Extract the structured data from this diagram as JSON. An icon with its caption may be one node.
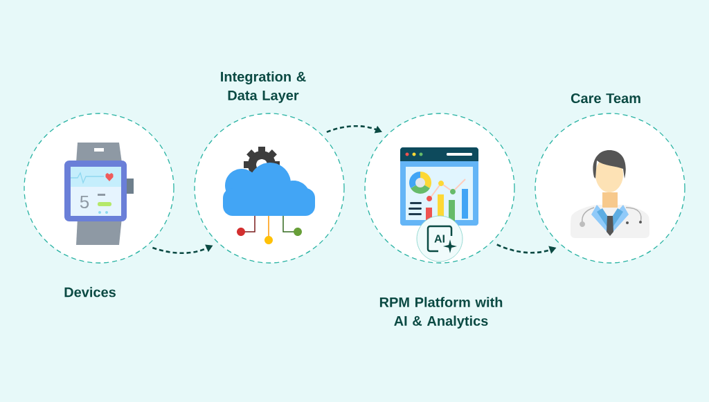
{
  "diagram": {
    "nodes": [
      {
        "text": [
          "Devices"
        ]
      },
      {
        "text": [
          "Integration & Data Layer"
        ]
      },
      {
        "text": [
          "RPM Platform with AI & Analytics"
        ]
      },
      {
        "text": [
          "Care Team"
        ]
      }
    ],
    "edges": [
      {
        "from": 0,
        "to": 1,
        "arrow": "to",
        "style": "dashed"
      },
      {
        "from": 1,
        "to": 2,
        "arrow": "to",
        "style": "dashed"
      },
      {
        "from": 2,
        "to": 3,
        "arrow": "to",
        "style": "dashed"
      }
    ],
    "labels": [
      "5",
      "AI"
    ]
  }
}
